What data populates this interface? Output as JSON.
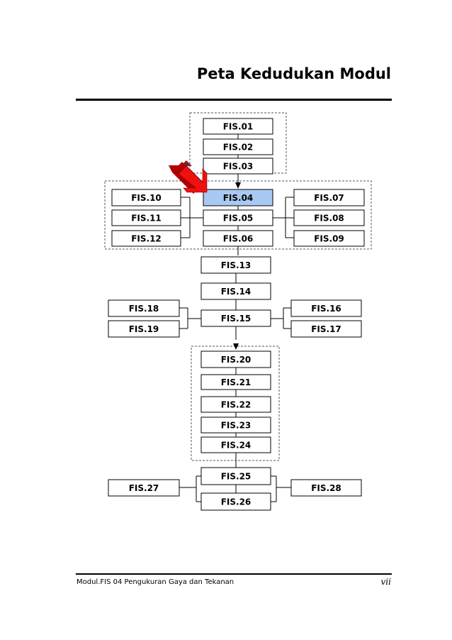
{
  "title": "Peta Kedudukan Modul",
  "footer": {
    "left": "Modul.FIS 04 Pengukuran Gaya dan Tekanan",
    "page": "vii"
  },
  "colors": {
    "highlight": "#a9c9f2",
    "box_stroke": "#000000",
    "arrow": "#ee1111"
  },
  "modules": {
    "fis01": "FIS.01",
    "fis02": "FIS.02",
    "fis03": "FIS.03",
    "fis04": "FIS.04",
    "fis05": "FIS.05",
    "fis06": "FIS.06",
    "fis07": "FIS.07",
    "fis08": "FIS.08",
    "fis09": "FIS.09",
    "fis10": "FIS.10",
    "fis11": "FIS.11",
    "fis12": "FIS.12",
    "fis13": "FIS.13",
    "fis14": "FIS.14",
    "fis15": "FIS.15",
    "fis16": "FIS.16",
    "fis17": "FIS.17",
    "fis18": "FIS.18",
    "fis19": "FIS.19",
    "fis20": "FIS.20",
    "fis21": "FIS.21",
    "fis22": "FIS.22",
    "fis23": "FIS.23",
    "fis24": "FIS.24",
    "fis25": "FIS.25",
    "fis26": "FIS.26",
    "fis27": "FIS.27",
    "fis28": "FIS.28"
  },
  "current_module": "fis04"
}
